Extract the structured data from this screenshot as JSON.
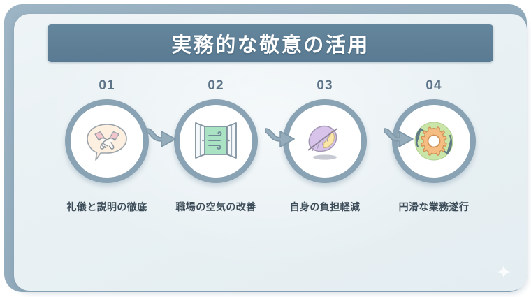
{
  "slide": {
    "title": "実務的な敬意の活用",
    "colors": {
      "frame": "#93acbd",
      "card": "#e9f1f4",
      "banner": "#5e7f96",
      "banner_text": "#ffffff",
      "ring": "#8aa3b4",
      "number": "#5d7488",
      "label": "#3c4c58",
      "arrow": "#8fa7b6"
    },
    "steps": [
      {
        "number": "01",
        "label": "礼儀と説明の徹底",
        "icon": "handshake-speech-bubble-icon"
      },
      {
        "number": "02",
        "label": "職場の空気の改善",
        "icon": "open-window-breeze-icon"
      },
      {
        "number": "03",
        "label": "自身の負担軽減",
        "icon": "floating-feather-icon"
      },
      {
        "number": "04",
        "label": "円滑な業務遂行",
        "icon": "gear-cycle-icon"
      }
    ],
    "connectors": [
      {
        "icon": "arrow-right-icon"
      },
      {
        "icon": "arrow-right-icon"
      },
      {
        "icon": "arrow-right-icon"
      }
    ],
    "watermark": {
      "icon": "sparkle-icon"
    }
  }
}
